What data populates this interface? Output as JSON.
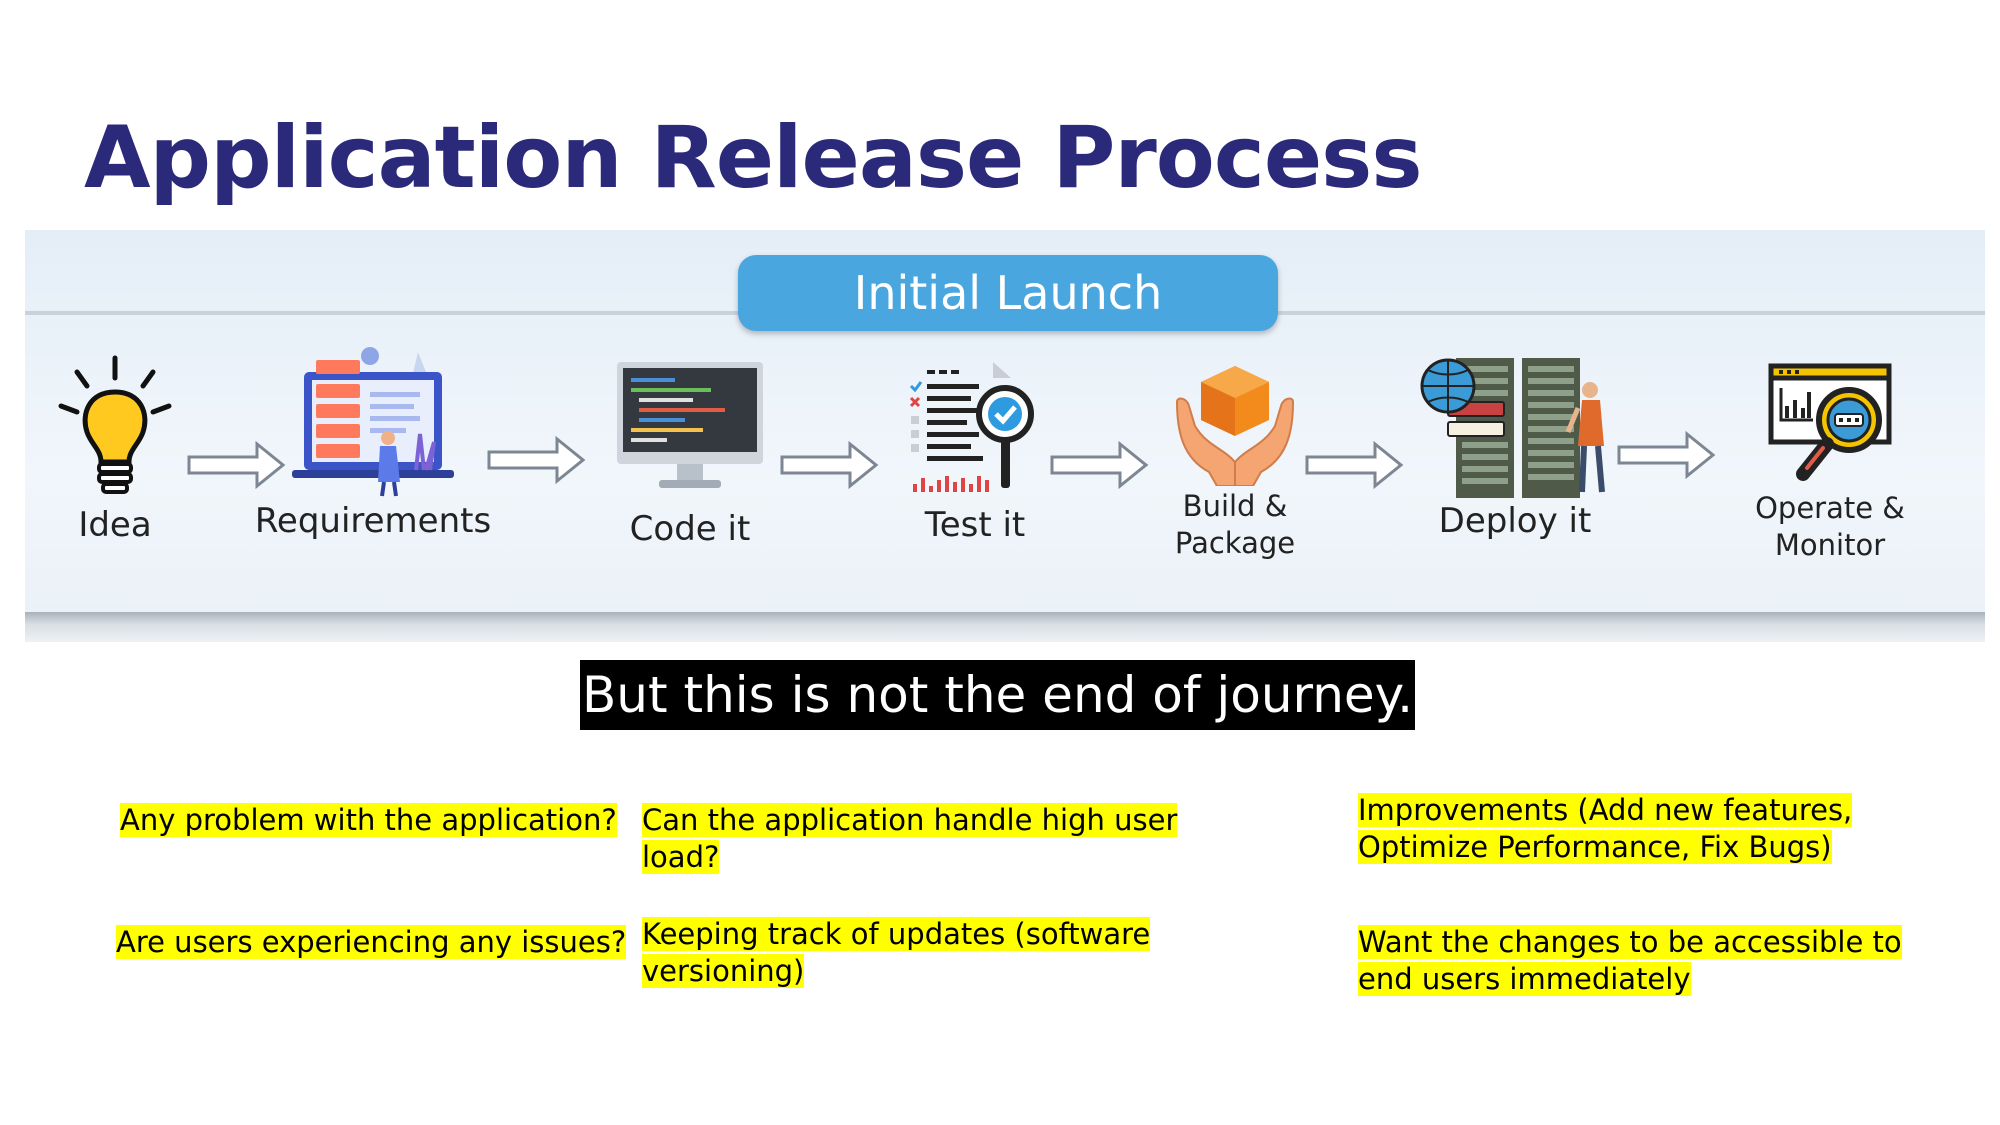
{
  "slide": {
    "title": "Application Release Process",
    "banner_label": "Initial Launch",
    "steps": [
      {
        "label": "Idea",
        "icon": "lightbulb-icon"
      },
      {
        "label": "Requirements",
        "icon": "laptop-documents-icon"
      },
      {
        "label": "Code it",
        "icon": "monitor-code-icon"
      },
      {
        "label": "Test it",
        "icon": "checklist-magnifier-icon"
      },
      {
        "label": "Build & Package",
        "icon": "hands-package-icon"
      },
      {
        "label": "Deploy it",
        "icon": "server-rack-icon"
      },
      {
        "label": "Operate & Monitor",
        "icon": "dashboard-magnifier-icon"
      }
    ],
    "caption": "But this is not the end of journey.",
    "questions": [
      "Any problem with the application?",
      "Can the application handle high user load?",
      "Improvements (Add new features, Optimize Performance, Fix Bugs)",
      "Are users experiencing any issues?",
      "Keeping track of updates (software versioning)",
      "Want the changes to be accessible to end users immediately"
    ],
    "colors": {
      "title": "#2b2a7a",
      "banner_button": "#4aa6df",
      "highlight": "#ffff00"
    }
  }
}
